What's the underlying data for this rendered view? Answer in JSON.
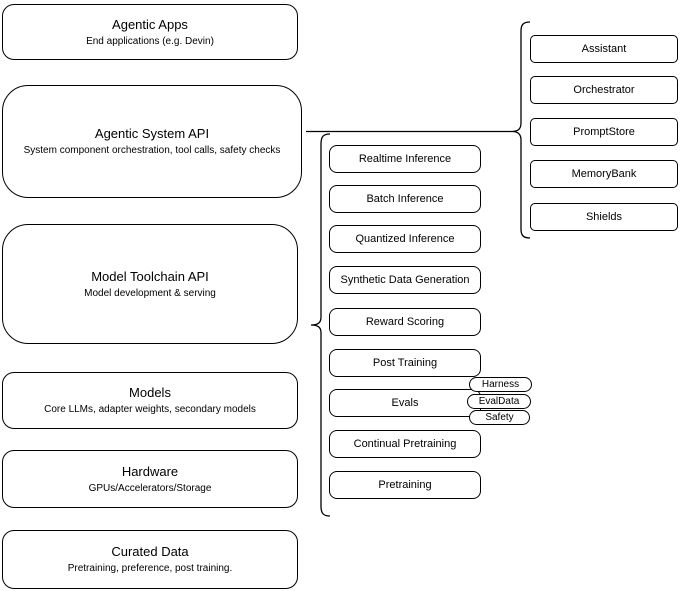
{
  "diagram": {
    "stack": [
      {
        "title": "Agentic Apps",
        "subtitle": "End applications (e.g. Devin)"
      },
      {
        "title": "Agentic System API",
        "subtitle": "System component orchestration, tool calls, safety checks"
      },
      {
        "title": "Model Toolchain API",
        "subtitle": "Model development & serving"
      },
      {
        "title": "Models",
        "subtitle": "Core LLMs, adapter weights, secondary models"
      },
      {
        "title": "Hardware",
        "subtitle": "GPUs/Accelerators/Storage"
      },
      {
        "title": "Curated Data",
        "subtitle": "Pretraining, preference, post training."
      }
    ],
    "toolchain": {
      "components": [
        "Realtime Inference",
        "Batch Inference",
        "Quantized Inference",
        "Synthetic Data Generation",
        "Reward Scoring",
        "Post Training",
        "Evals",
        "Continual Pretraining",
        "Pretraining"
      ],
      "evals_tags": [
        "Harness",
        "EvalData",
        "Safety"
      ]
    },
    "system": {
      "components": [
        "Assistant",
        "Orchestrator",
        "PromptStore",
        "MemoryBank",
        "Shields"
      ]
    },
    "colors": {
      "stroke": "#000000",
      "fill": "#ffffff",
      "text": "#000000"
    }
  }
}
